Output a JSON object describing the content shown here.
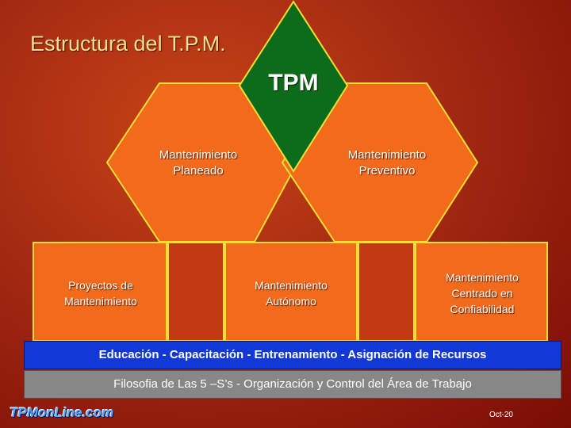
{
  "slide": {
    "title": "Estructura del T.P.M.",
    "tpm_label": "TPM",
    "hexagons": {
      "planeado": "Mantenimiento\nPlaneado",
      "preventivo": "Mantenimiento\nPreventivo"
    },
    "pillars": {
      "proyectos": "Proyectos de\nMantenimiento",
      "autonomo": "Mantenimiento\nAutónomo",
      "confiabilidad": "Mantenimiento\nCentrado en\nConfiabilidad"
    },
    "base_bar": "Educación - Capacitación - Entrenamiento - Asignación de Recursos",
    "foundation_bar": "Filosofia de Las 5 –S’s - Organización y Control del Área de Trabajo",
    "logo_text": "TPMonLine.com",
    "footer_date": "Oct-20"
  },
  "colors": {
    "background": "#a52a12",
    "shape_fill": "#f26a1b",
    "shape_border": "#f0e030",
    "pillar_fill": "#c23a14",
    "diamond_fill": "#0e6b1c",
    "base_bar": "#1238d8",
    "foundation_bar": "#878787"
  }
}
